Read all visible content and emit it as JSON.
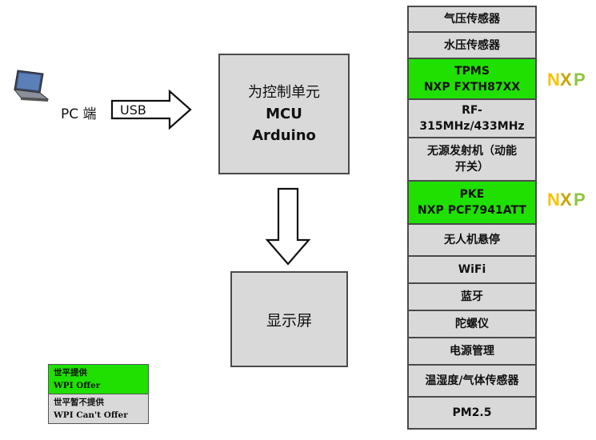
{
  "left": {
    "pc_label": "PC 端",
    "usb_label": "USB"
  },
  "mcu": {
    "line1": "为控制单元",
    "line2": "MCU",
    "line3": "Arduino"
  },
  "display_label": "显示屏",
  "modules": [
    {
      "lines": [
        "气压传感器"
      ],
      "status": "gray"
    },
    {
      "lines": [
        "水压传感器"
      ],
      "status": "gray"
    },
    {
      "lines": [
        "TPMS",
        "NXP FXTH87XX"
      ],
      "status": "green",
      "logo": "NXP"
    },
    {
      "lines": [
        "RF-",
        "315MHz/433MHz"
      ],
      "status": "gray"
    },
    {
      "lines": [
        "无源发射机（动能",
        "开关）"
      ],
      "status": "gray"
    },
    {
      "lines": [
        "PKE",
        "NXP PCF7941ATT"
      ],
      "status": "green",
      "logo": "NXP"
    },
    {
      "lines": [
        "无人机悬停"
      ],
      "status": "gray"
    },
    {
      "lines": [
        "WiFi"
      ],
      "status": "gray"
    },
    {
      "lines": [
        "蓝牙"
      ],
      "status": "gray"
    },
    {
      "lines": [
        "陀螺仪"
      ],
      "status": "gray"
    },
    {
      "lines": [
        "电源管理"
      ],
      "status": "gray"
    },
    {
      "lines": [
        "温湿度/气体传感器"
      ],
      "status": "gray"
    },
    {
      "lines": [
        "PM2.5"
      ],
      "status": "gray"
    }
  ],
  "legend": {
    "offer_cn": "世平提供",
    "offer_en": "WPI Offer",
    "no_offer_cn": "世平暂不提供",
    "no_offer_en": "WPI Can't Offer"
  },
  "colors": {
    "green": "#1fe000",
    "gray": "#d9d9d9",
    "border": "#4a4a4a",
    "nxp_yellow": "#f5c400",
    "nxp_green": "#8cc63f"
  }
}
